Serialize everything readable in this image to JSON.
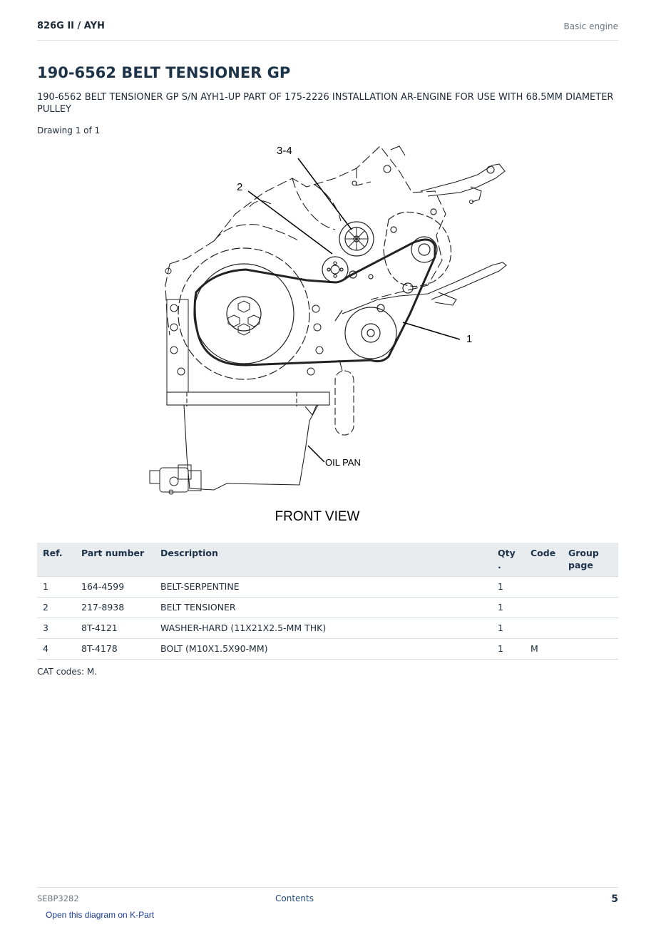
{
  "header": {
    "model": "826G II  /  AYH",
    "section": "Basic engine"
  },
  "title": "190-6562 BELT TENSIONER GP",
  "description": "190-6562 BELT TENSIONER GP S/N AYH1-UP PART OF 175-2226 INSTALLATION AR-ENGINE FOR USE WITH 68.5MM DIAMETER PULLEY",
  "drawing_label": "Drawing 1 of 1",
  "diagram": {
    "callouts": {
      "c34": "3-4",
      "c2": "2",
      "c1": "1",
      "oil_pan": "OIL PAN"
    },
    "view_label": "FRONT VIEW"
  },
  "table": {
    "headers": {
      "ref": "Ref.",
      "part": "Part number",
      "desc": "Description",
      "qty": "Qty\n.",
      "code": "Code",
      "group": "Group\npage"
    },
    "rows": [
      {
        "ref": "1",
        "part": "164-4599",
        "desc": "BELT-SERPENTINE",
        "qty": "1",
        "code": "",
        "group": ""
      },
      {
        "ref": "2",
        "part": "217-8938",
        "desc": "BELT TENSIONER",
        "qty": "1",
        "code": "",
        "group": ""
      },
      {
        "ref": "3",
        "part": "8T-4121",
        "desc": "WASHER-HARD (11X21X2.5-MM THK)",
        "qty": "1",
        "code": "",
        "group": ""
      },
      {
        "ref": "4",
        "part": "8T-4178",
        "desc": "BOLT (M10X1.5X90-MM)",
        "qty": "1",
        "code": "M",
        "group": ""
      }
    ]
  },
  "cat_codes": "CAT codes: M.",
  "footer": {
    "doc_id": "SEBP3282",
    "contents_link": "Contents",
    "page_number": "5",
    "kpart_link": "Open this diagram on K-Part"
  }
}
